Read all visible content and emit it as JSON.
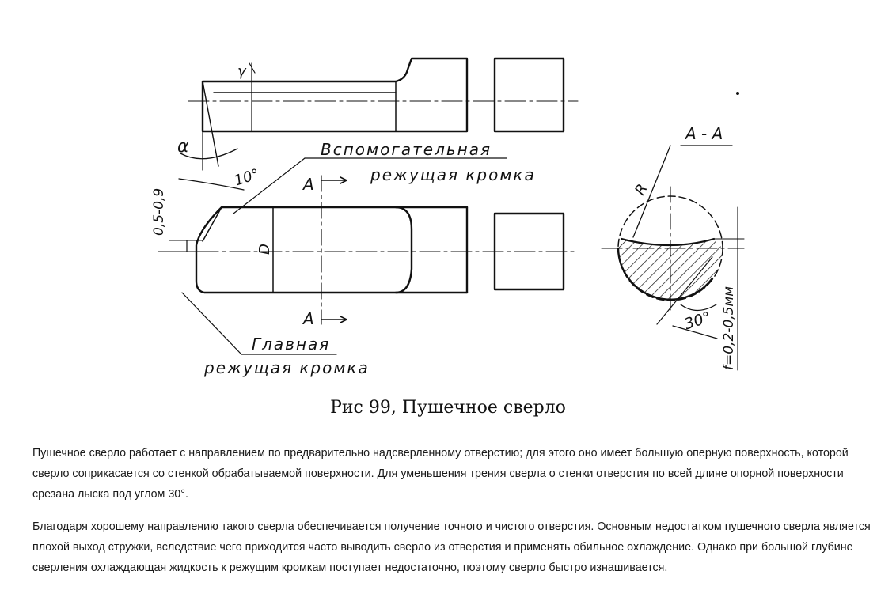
{
  "figure": {
    "caption": "Рис 99, Пушечное сверло",
    "labels": {
      "aux_edge_line1": "Вспомогательная",
      "aux_edge_line2": "режущая кромка",
      "main_edge_line1": "Главная",
      "main_edge_line2": "режущая кромка",
      "alpha": "α",
      "gamma": "γ",
      "angle10": "10°",
      "dim_05_09": "0,5-0,9",
      "dim_D": "D",
      "section_A_top": "A",
      "section_A_bottom": "A",
      "section_title": "A - A",
      "radius": "R",
      "angle30": "30°",
      "dim_f": "f=0,2-0,5мм"
    }
  },
  "paragraphs": [
    "Пушечное сверло работает с направлением по предварительно надсверленному отверстию; для этого оно имеет большую оперную поверхность, которой сверло соприкасается со стенкой обрабатываемой поверхности. Для уменьшения трения сверла о стенки отверстия по всей длине опорной поверхности срезана лыска под углом 30°.",
    "Благодаря хорошему направлению такого сверла обеспечивается получение точного и чистого отверстия. Основным недостатком пушечного сверла является плохой выход стружки, вследствие чего приходится часто выводить сверло из отверстия и применять обильное охлаждение. Однако при большой глубине сверления охлаждающая жидкость к режущим кромкам поступает недостаточно, поэтому сверло быстро изнашивается."
  ]
}
